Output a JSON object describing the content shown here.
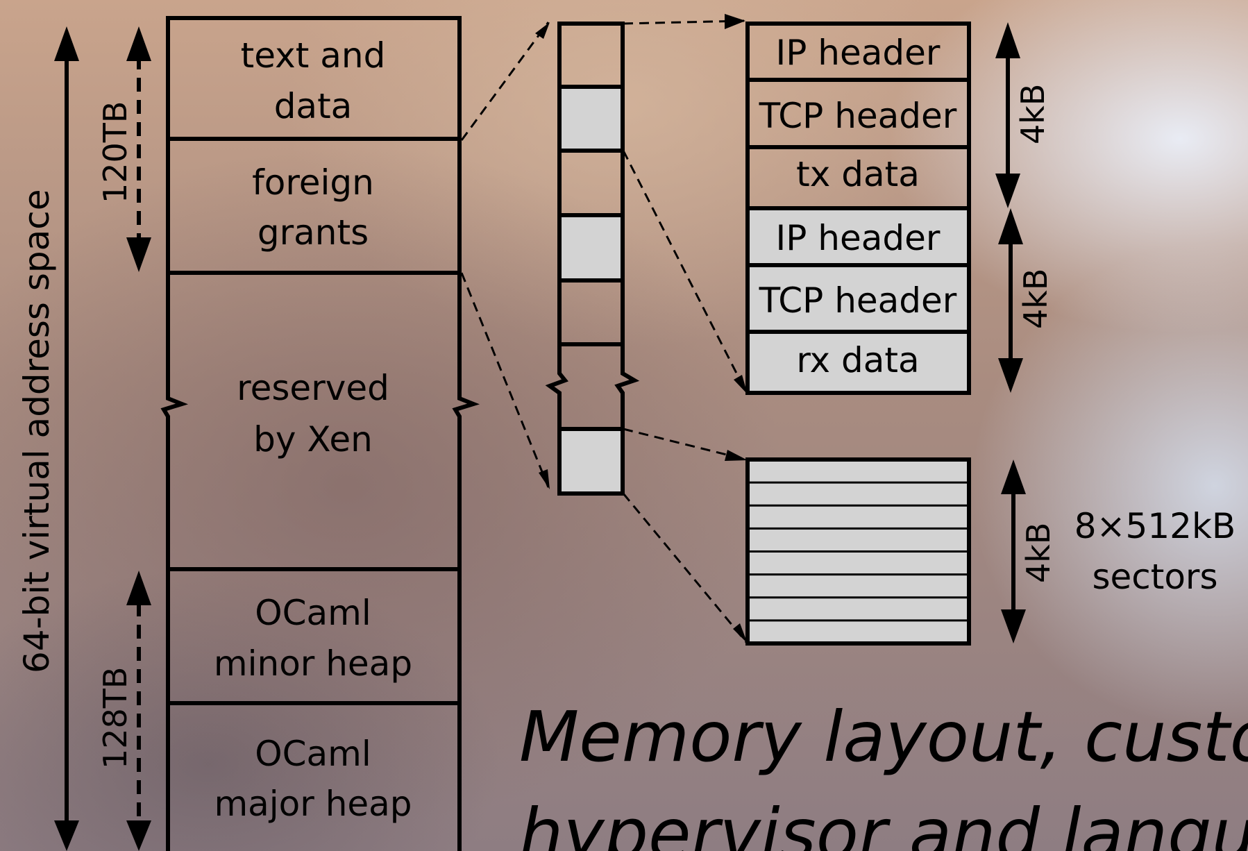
{
  "left_column": {
    "axis_label": "64-bit virtual address space",
    "top_range_label": "120TB",
    "bottom_range_label": "128TB",
    "blocks": [
      {
        "line1": "text and",
        "line2": "data"
      },
      {
        "line1": "foreign",
        "line2": "grants"
      },
      {
        "line1": "reserved",
        "line2": "by Xen"
      },
      {
        "line1": "OCaml",
        "line2": "minor heap"
      },
      {
        "line1": "OCaml",
        "line2": "major heap"
      }
    ]
  },
  "page_stack": {
    "pages": [
      "white",
      "grey",
      "white",
      "grey",
      "white",
      "white",
      "grey"
    ]
  },
  "packet_pages": {
    "tx": {
      "rows": [
        "IP header",
        "TCP header",
        "tx data"
      ],
      "size_label": "4kB"
    },
    "rx": {
      "rows": [
        "IP header",
        "TCP header",
        "rx data"
      ],
      "size_label": "4kB"
    }
  },
  "sector_page": {
    "size_label": "4kB",
    "note_line1": "8×512kB",
    "note_line2": "sectors",
    "sector_count": 8
  },
  "caption": {
    "line1": "Memory layout, customi",
    "line2": "hypervisor and language"
  },
  "colors": {
    "stroke": "#000000",
    "grey_fill": "#d3d3d3"
  }
}
